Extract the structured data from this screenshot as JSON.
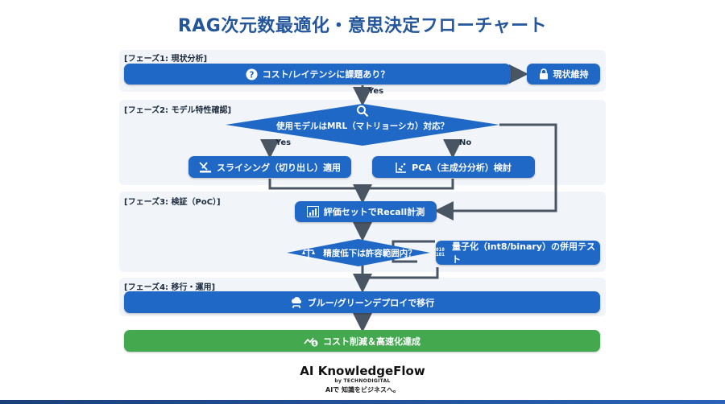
{
  "title": "RAG次元数最適化・意思決定フローチャート",
  "phases": {
    "p1": "[フェーズ1: 現状分析]",
    "p2": "[フェーズ2: モデル特性確認]",
    "p3": "[フェーズ3: 検証（PoC）]",
    "p4": "[フェーズ4: 移行・運用]"
  },
  "nodes": {
    "cost_issue": "コスト/レイテンシに課題あり？",
    "keep": "現状維持",
    "mrl_check": "使用モデルはMRL（マトリョーシカ）対応？",
    "slicing": "スライシング（切り出し）適用",
    "pca": "PCA（主成分分析）検討",
    "recall": "評価セットでRecall計測",
    "precision_check": "精度低下は許容範囲内？",
    "quantize": "量子化（int8/binary）の併用テスト",
    "deploy": "ブルー/グリーンデプロイで移行",
    "result": "コスト削減＆高速化達成"
  },
  "edges": {
    "yes1": "Yes",
    "yes2": "Yes",
    "no2": "No"
  },
  "icons": {
    "cost_issue": "question-circle-icon",
    "keep": "lock-icon",
    "mrl_check": "magnifier-icon",
    "slicing": "scissors-ruler-icon",
    "pca": "scatter-icon",
    "recall": "bar-chart-icon",
    "precision_check": "balance-scale-icon",
    "quantize": "binary-icon",
    "deploy": "cloud-deploy-icon",
    "result": "growth-coin-icon"
  },
  "colors": {
    "primary": "#1f68c5",
    "success": "#44a84f",
    "title": "#24569c",
    "connector": "#4a5563"
  },
  "footer": {
    "brand": "AI KnowledgeFlow",
    "by": "by TECHNODIGITAL",
    "tagline": "AIで 知識をビジネスへ。"
  }
}
